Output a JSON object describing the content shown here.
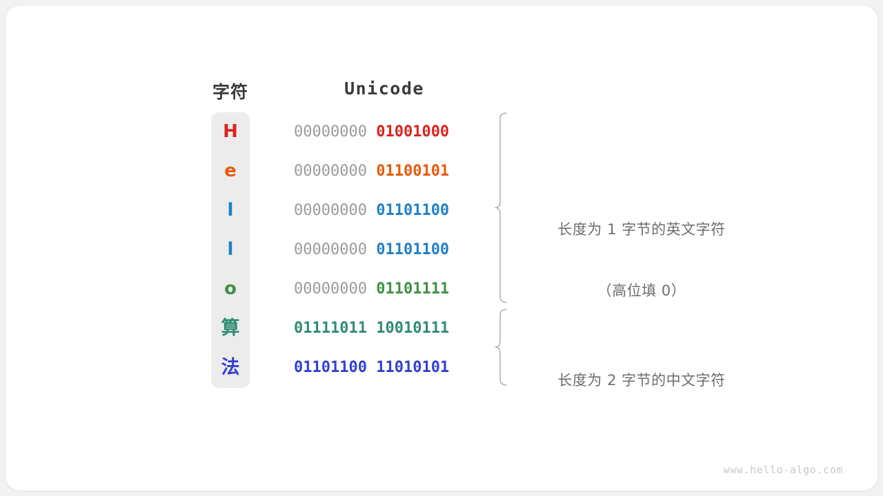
{
  "headers": {
    "character": "字符",
    "unicode": "Unicode"
  },
  "colors": {
    "red": "#d9241f",
    "orange": "#e8590c",
    "blue": "#2080c8",
    "green": "#3f9142",
    "teal": "#2e8b74",
    "indigo": "#3140d0",
    "gray_high_bits": "#9a9a9a",
    "panel_bg": "#ececec",
    "brace": "#a0a0a0",
    "annotation_text": "#6d6d6d",
    "header_text": "#3a3a3a",
    "watermark": "#c9c9c9",
    "card_bg": "#ffffff",
    "page_bg": "#f2f2f2"
  },
  "rows": [
    {
      "char": "H",
      "high_byte": "00000000",
      "low_byte": "01001000",
      "color": "#d9241f",
      "high_bold": false,
      "cjk": false
    },
    {
      "char": "e",
      "high_byte": "00000000",
      "low_byte": "01100101",
      "color": "#e8590c",
      "high_bold": false,
      "cjk": false
    },
    {
      "char": "l",
      "high_byte": "00000000",
      "low_byte": "01101100",
      "color": "#2080c8",
      "high_bold": false,
      "cjk": false
    },
    {
      "char": "l",
      "high_byte": "00000000",
      "low_byte": "01101100",
      "color": "#2080c8",
      "high_bold": false,
      "cjk": false
    },
    {
      "char": "o",
      "high_byte": "00000000",
      "low_byte": "01101111",
      "color": "#3f9142",
      "high_bold": false,
      "cjk": false
    },
    {
      "char": "算",
      "high_byte": "01111011",
      "low_byte": "10010111",
      "color": "#2e8b74",
      "high_bold": true,
      "cjk": true
    },
    {
      "char": "法",
      "high_byte": "01101100",
      "low_byte": "11010101",
      "color": "#3140d0",
      "high_bold": true,
      "cjk": true
    }
  ],
  "annotations": {
    "group_one": {
      "main": "长度为 1 字节的英文字符",
      "sub": "（高位填 0）"
    },
    "group_two": {
      "main": "长度为 2 字节的中文字符",
      "sub": ""
    }
  },
  "watermark": "www.hello-algo.com"
}
